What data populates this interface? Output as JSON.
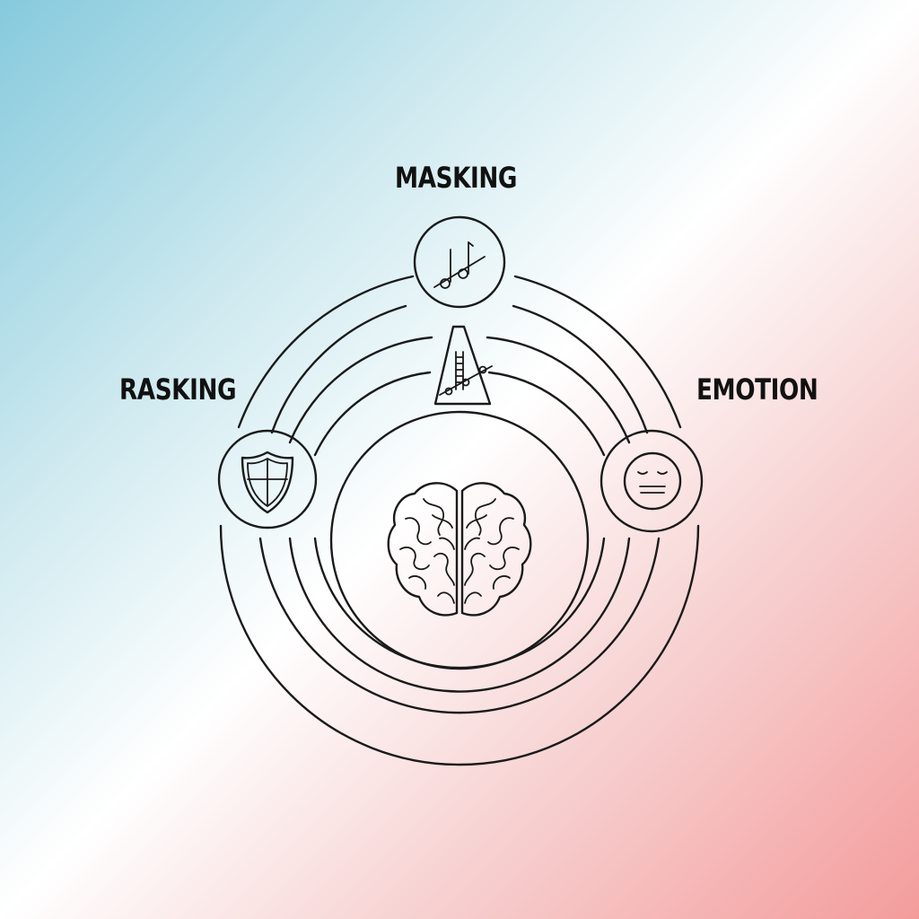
{
  "labels": {
    "top": "MASKING",
    "left": "RASKING",
    "right": "EMOTION"
  },
  "icons": {
    "top": "music-notes-icon",
    "center_top": "metronome-icon",
    "left": "shield-icon",
    "right": "calm-face-icon",
    "center": "brain-icon"
  },
  "colors": {
    "line": "#1a1a1a",
    "gradient_blue": "#86cadd",
    "gradient_pink": "#f49c9c"
  }
}
